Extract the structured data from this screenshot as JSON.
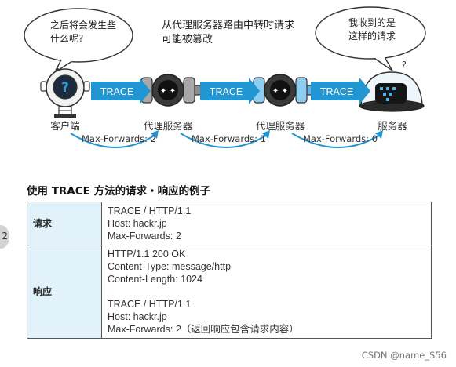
{
  "diagram": {
    "client_bubble": [
      "之后将会发生些",
      "什么呢?"
    ],
    "server_bubble": [
      "我收到的是",
      "这样的请求"
    ],
    "caption": [
      "从代理服务器路由中转时请求",
      "可能被篡改"
    ],
    "nodes": [
      "客户端",
      "代理服务器",
      "代理服务器",
      "服务器"
    ],
    "trace_labels": [
      "TRACE",
      "TRACE",
      "TRACE"
    ],
    "max_forwards_labels": [
      "Max-Forwards: 2",
      "Max-Forwards: 1",
      "Max-Forwards: 0"
    ],
    "colors": {
      "arrow": "#2196d3",
      "trace_text": "#ffffff"
    }
  },
  "section": {
    "title": "使用 TRACE 方法的请求・响应的例子"
  },
  "table": {
    "rows": [
      {
        "header": "请求",
        "lines": [
          "TRACE / HTTP/1.1",
          "Host: hackr.jp",
          "Max-Forwards: 2"
        ]
      },
      {
        "header": "响应",
        "lines": [
          "HTTP/1.1 200 OK",
          "Content-Type: message/http",
          "Content-Length: 1024",
          "",
          "TRACE / HTTP/1.1",
          "Host: hackr.jp",
          "Max-Forwards: 2（返回响应包含请求内容）"
        ]
      }
    ]
  },
  "page_number": "2",
  "watermark": "CSDN @name_S56"
}
